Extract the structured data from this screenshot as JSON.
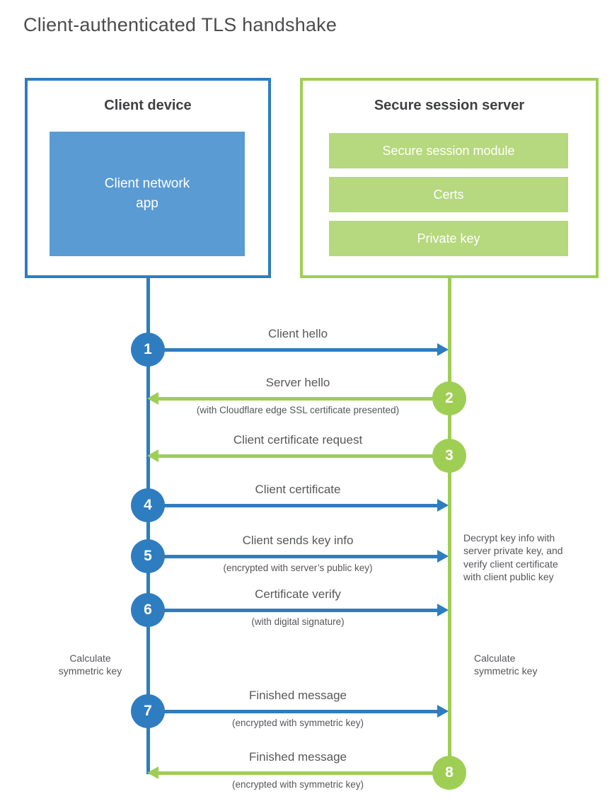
{
  "title": "Client-authenticated TLS handshake",
  "colors": {
    "blue_stroke": "#2e7dc0",
    "blue_fill": "#5b9bd3",
    "green_stroke": "#9fce55",
    "green_fill": "#b6d87e",
    "heading_text": "#3f4042",
    "label_text": "#57585a"
  },
  "client_box": {
    "title": "Client device",
    "module": [
      "Client network",
      "app"
    ]
  },
  "server_box": {
    "title": "Secure session server",
    "modules": [
      "Secure session module",
      "Certs",
      "Private key"
    ]
  },
  "steps": [
    {
      "number": "1",
      "label": "Client hello",
      "subtitle": "",
      "from": "client",
      "direction": "right"
    },
    {
      "number": "2",
      "label": "Server hello",
      "subtitle": "(with Cloudflare edge SSL certificate presented)",
      "from": "server",
      "direction": "left"
    },
    {
      "number": "3",
      "label": "Client certificate request",
      "subtitle": "",
      "from": "server",
      "direction": "left"
    },
    {
      "number": "4",
      "label": "Client certificate",
      "subtitle": "",
      "from": "client",
      "direction": "right"
    },
    {
      "number": "5",
      "label": "Client sends key info",
      "subtitle": "(encrypted with server’s public key)",
      "from": "client",
      "direction": "right"
    },
    {
      "number": "6",
      "label": "Certificate verify",
      "subtitle": "(with digital signature)",
      "from": "client",
      "direction": "right"
    },
    {
      "number": "7",
      "label": "Finished message",
      "subtitle": "(encrypted with symmetric key)",
      "from": "client",
      "direction": "right"
    },
    {
      "number": "8",
      "label": "Finished message",
      "subtitle": "(encrypted with symmetric key)",
      "from": "server",
      "direction": "left"
    }
  ],
  "annotations": {
    "left_calculate": [
      "Calculate",
      "symmetric key"
    ],
    "decrypt": [
      "Decrypt key info with",
      "server private key, and",
      "verify client certificate",
      "with client public key"
    ],
    "right_calculate": [
      "Calculate",
      "symmetric key"
    ]
  }
}
